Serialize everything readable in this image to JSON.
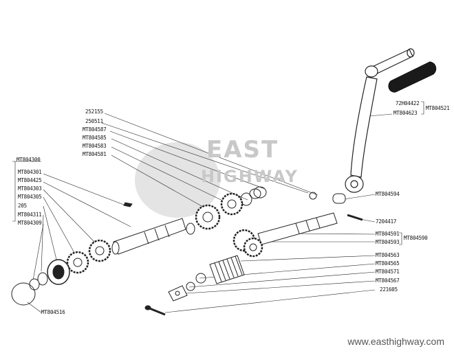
{
  "watermark": {
    "line1": "EAST",
    "line2": "HIGHWAY",
    "website": "www.easthighway.com"
  },
  "labels": {
    "l_252155": "252155",
    "l_250511": "250511",
    "l_MT804587": "MT804587",
    "l_MT804585": "MT804585",
    "l_MT804583": "MT804583",
    "l_MT804581": "MT804581",
    "l_MT804300": "MT804300",
    "l_MT804301": "MT804301",
    "l_MT804425": "MT804425",
    "l_MT804303": "MT804303",
    "l_MT804305": "MT804305",
    "l_205": "205",
    "l_MT804311": "MT804311",
    "l_MT804309": "MT804309",
    "l_MT804516": "MT804516",
    "l_72H04422": "72H04422",
    "l_MT804623": "MT804623",
    "l_MT804521": "MT804521",
    "l_MT804594": "MT804594",
    "l_7204417": "7204417",
    "l_MT804591": "MT804591",
    "l_MT804593": "MT804593",
    "l_MT804590": "MT804590",
    "l_MT804563": "MT804563",
    "l_MT804565": "MT804565",
    "l_MT804571": "MT804571",
    "l_MT804567": "MT804567",
    "l_221605": "221605"
  }
}
